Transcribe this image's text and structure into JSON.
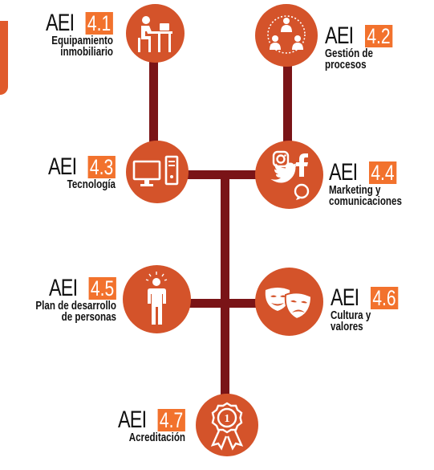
{
  "colors": {
    "node": "#d4532a",
    "connector": "#7a1417",
    "badge": "#f2722d",
    "text": "#111111"
  },
  "items": [
    {
      "prefix": "AEI",
      "number": "4.1",
      "lines": [
        "Equipamiento",
        "inmobiliario"
      ],
      "icon": "desk-worker-icon"
    },
    {
      "prefix": "AEI",
      "number": "4.2",
      "lines": [
        "Gestión de",
        "procesos"
      ],
      "icon": "team-structure-icon"
    },
    {
      "prefix": "AEI",
      "number": "4.3",
      "lines": [
        "Tecnología"
      ],
      "icon": "computer-icon"
    },
    {
      "prefix": "AEI",
      "number": "4.4",
      "lines": [
        "Marketing y",
        "comunicaciones"
      ],
      "icon": "social-media-icon"
    },
    {
      "prefix": "AEI",
      "number": "4.5",
      "lines": [
        "Plan de desarrollo",
        "de personas"
      ],
      "icon": "person-idea-icon"
    },
    {
      "prefix": "AEI",
      "number": "4.6",
      "lines": [
        "Cultura y",
        "valores"
      ],
      "icon": "theater-masks-icon"
    },
    {
      "prefix": "AEI",
      "number": "4.7",
      "lines": [
        "Acreditación"
      ],
      "icon": "award-ribbon-icon"
    }
  ],
  "award_digit": "1"
}
